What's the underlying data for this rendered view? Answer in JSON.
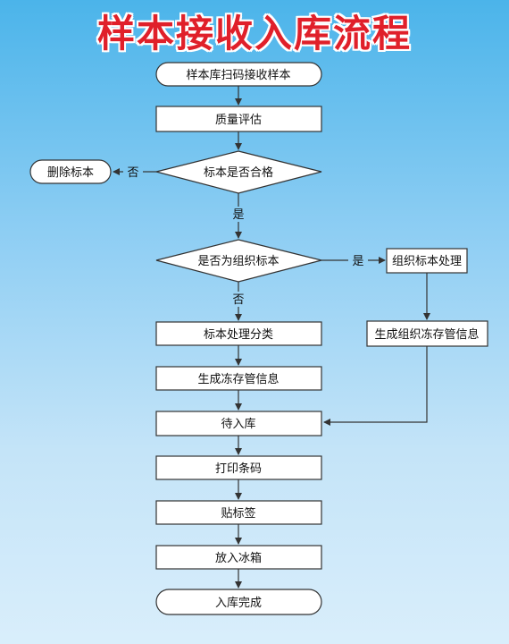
{
  "title": "样本接收入库流程",
  "nodes": {
    "receive": "样本库扫码接收样本",
    "quality": "质量评估",
    "delete": "删除标本",
    "qualified": "标本是否合格",
    "is_tissue": "是否为组织标本",
    "tissue_process": "组织标本处理",
    "tissue_label": "生成组织冻存管信息",
    "classify": "标本处理分类",
    "tube_info": "生成冻存管信息",
    "pending": "待入库",
    "print": "打印条码",
    "stick": "贴标签",
    "fridge": "放入冰箱",
    "done": "入库完成"
  },
  "edges": {
    "no_1": "否",
    "yes_1": "是",
    "no_2": "否",
    "yes_2": "是"
  }
}
